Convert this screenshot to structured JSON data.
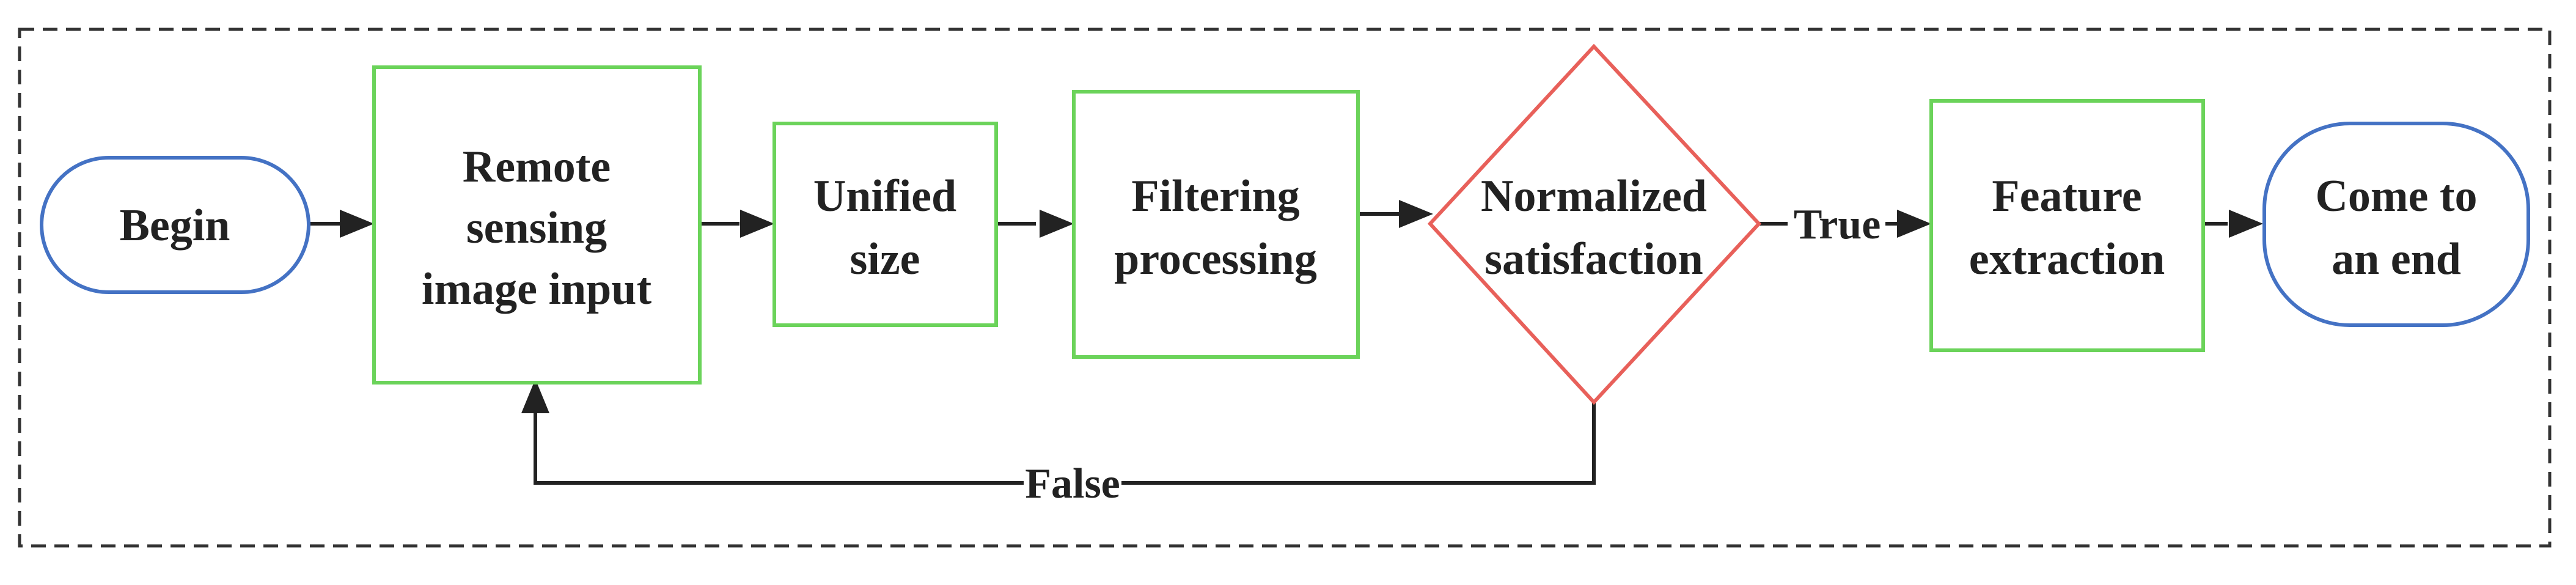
{
  "diagram": {
    "colors": {
      "terminal": "#4472C4",
      "process": "#6BD35A",
      "decision": "#E8605A",
      "edge": "#222222",
      "frame": "#333333"
    },
    "nodes": {
      "begin": {
        "line1": "Begin"
      },
      "input": {
        "line1": "Remote",
        "line2": "sensing",
        "line3": "image input"
      },
      "unified": {
        "line1": "Unified",
        "line2": "size"
      },
      "filtering": {
        "line1": "Filtering",
        "line2": "processing"
      },
      "decision": {
        "line1": "Normalized",
        "line2": "satisfaction"
      },
      "feature": {
        "line1": "Feature",
        "line2": "extraction"
      },
      "end": {
        "line1": "Come to",
        "line2": "an end"
      }
    },
    "edges": {
      "true_label": "True",
      "false_label": "False"
    }
  }
}
